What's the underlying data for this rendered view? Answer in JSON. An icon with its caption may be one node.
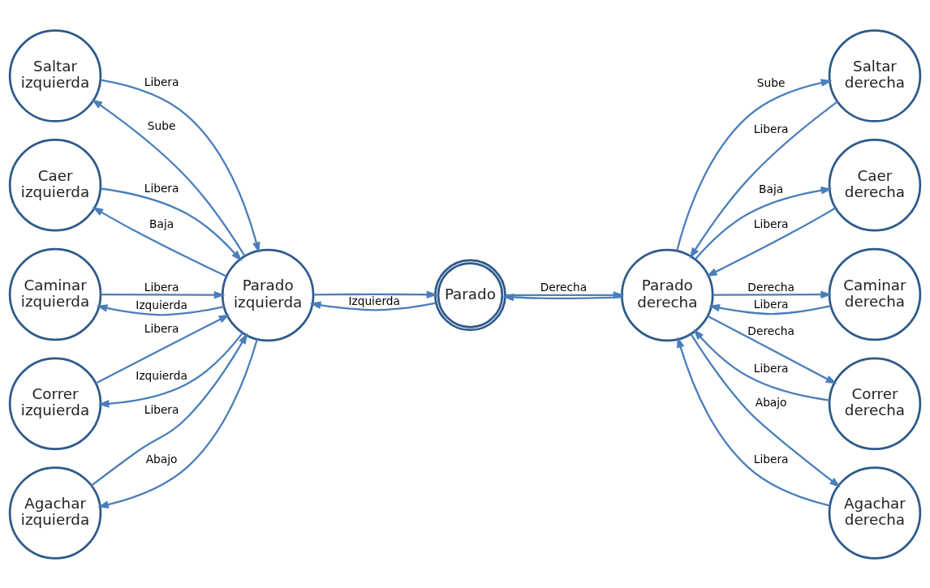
{
  "diagram": {
    "nodes": [
      {
        "text": [
          "Saltar izquierda"
        ]
      },
      {
        "text": [
          "Caer izquierda"
        ]
      },
      {
        "text": [
          "Saltar derecha"
        ]
      },
      {
        "text": [
          "Caer derecha"
        ]
      },
      {
        "text": [
          "Caminar izquierda"
        ]
      },
      {
        "text": [
          "Parado izquierda"
        ]
      },
      {
        "text": [
          "Parado"
        ]
      },
      {
        "text": [
          "Parado derecha"
        ]
      },
      {
        "text": [
          "Caminar derecha"
        ]
      },
      {
        "text": [
          "Correr izquierda"
        ]
      },
      {
        "text": [
          "Correr derecha"
        ]
      },
      {
        "text": [
          "Agachar izquierda"
        ]
      },
      {
        "text": [
          "Agachar derecha"
        ]
      }
    ],
    "edges": [
      {
        "from": 5,
        "to": 0,
        "arrow": "to",
        "label": "Sube"
      },
      {
        "from": 0,
        "to": 5,
        "arrow": "to",
        "label": "Libera"
      },
      {
        "from": 1,
        "to": 5,
        "arrow": "to",
        "label": "Libera"
      },
      {
        "from": 5,
        "to": 1,
        "arrow": "to",
        "label": "Baja"
      },
      {
        "from": 5,
        "to": 4,
        "arrow": "to",
        "label": "Izquierda"
      },
      {
        "from": 4,
        "to": 5,
        "arrow": "to",
        "label": "Libera"
      },
      {
        "from": 5,
        "to": 9,
        "arrow": "to",
        "label": "Izquierda"
      },
      {
        "from": 9,
        "to": 5,
        "arrow": "to",
        "label": "Libera"
      },
      {
        "from": 5,
        "to": 11,
        "arrow": "to",
        "label": "Abajo"
      },
      {
        "from": 11,
        "to": 5,
        "arrow": "to",
        "label": "Libera"
      },
      {
        "from": 6,
        "to": 5,
        "arrow": "to",
        "label": "Izquierda"
      },
      {
        "from": 5,
        "to": 6,
        "arrow": "to"
      },
      {
        "from": 6,
        "to": 7,
        "arrow": "to",
        "label": "Derecha"
      },
      {
        "from": 7,
        "to": 6,
        "arrow": "to"
      },
      {
        "from": 7,
        "to": 2,
        "arrow": "to",
        "label": "Sube"
      },
      {
        "from": 2,
        "to": 7,
        "arrow": "to",
        "label": "Libera"
      },
      {
        "from": 7,
        "to": 3,
        "arrow": "to",
        "label": "Baja"
      },
      {
        "from": 3,
        "to": 7,
        "arrow": "to",
        "label": "Libera"
      },
      {
        "from": 7,
        "to": 8,
        "arrow": "to",
        "label": "Derecha"
      },
      {
        "from": 8,
        "to": 7,
        "arrow": "to",
        "label": "Libera"
      },
      {
        "from": 7,
        "to": 10,
        "arrow": "to",
        "label": "Derecha"
      },
      {
        "from": 10,
        "to": 7,
        "arrow": "to",
        "label": "Libera"
      },
      {
        "from": 12,
        "to": 7,
        "arrow": "to",
        "label": "Libera"
      },
      {
        "from": 7,
        "to": 12,
        "arrow": "to",
        "label": "Abajo"
      }
    ]
  }
}
